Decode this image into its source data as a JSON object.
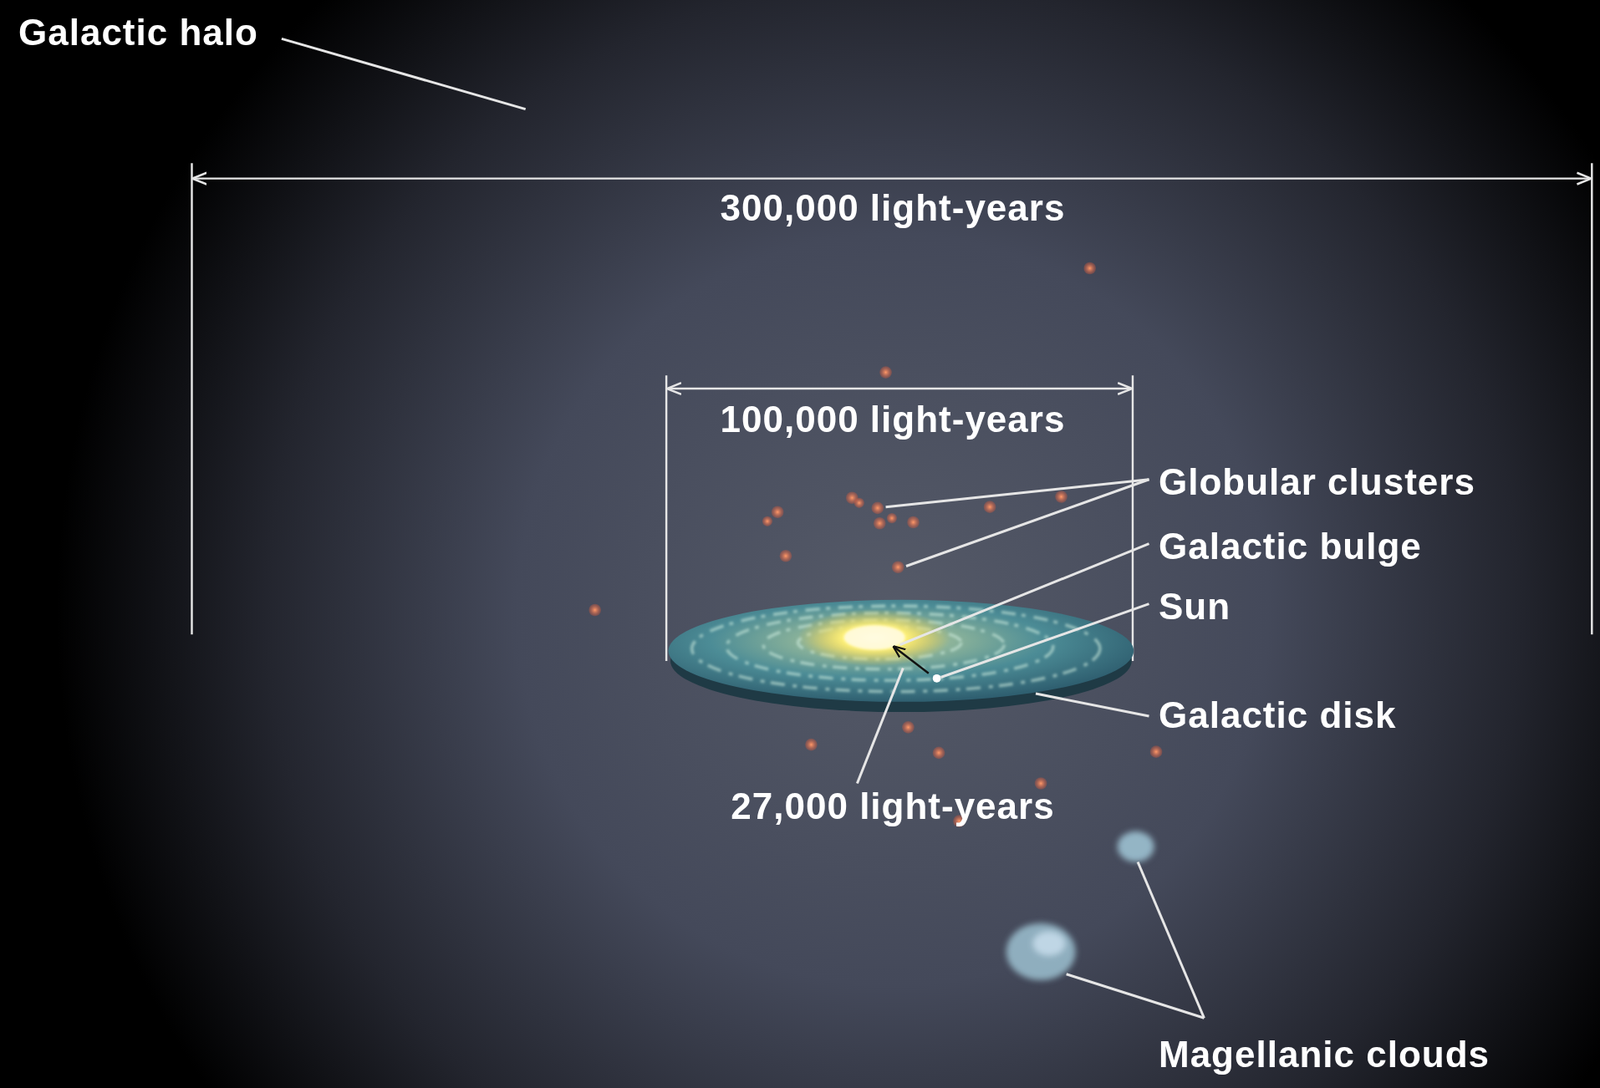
{
  "diagram": {
    "labels": [
      "Galactic halo",
      "300,000 light-years",
      "100,000 light-years",
      "Globular clusters",
      "Galactic bulge",
      "Sun",
      "Galactic disk",
      "27,000 light-years",
      "Magellanic clouds"
    ]
  }
}
